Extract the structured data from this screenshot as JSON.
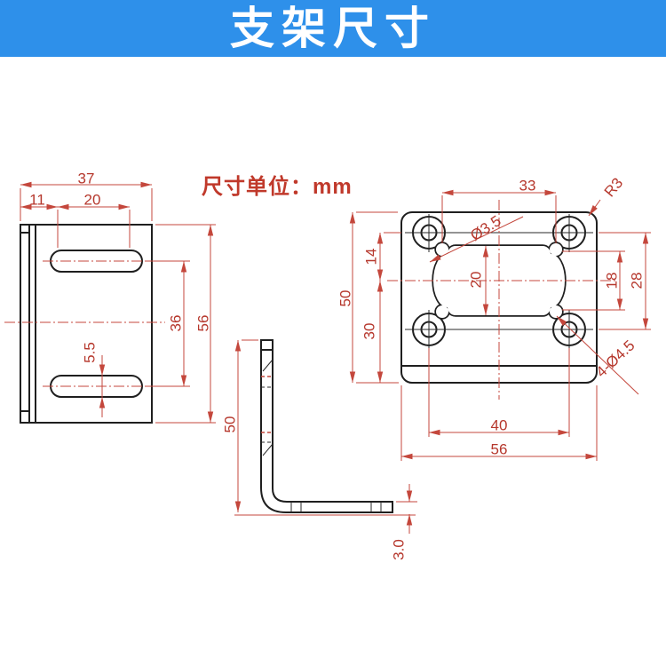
{
  "banner": {
    "title": "支架尺寸",
    "bg_color": "#2e90ea",
    "text_color": "#ffffff"
  },
  "unit_note": "尺寸单位：mm",
  "colors": {
    "outline": "#1f1f1f",
    "dimension": "#c4473c",
    "dim_text": "#b6382d"
  },
  "views": {
    "front": {
      "dims": {
        "total_width": "37",
        "edge_offset": "11",
        "slot_length": "20",
        "slot_width": "5.5",
        "slot_spacing": "36",
        "total_height": "56"
      }
    },
    "side": {
      "dims": {
        "leg_height": "50",
        "thickness": "3.0"
      }
    },
    "face": {
      "dims": {
        "small_hole_spacing_x": "33",
        "corner_radius": "R3",
        "small_hole_dia": "Ø3.5",
        "top_hole_to_center": "14",
        "cutout_height": "20",
        "total_height": "50",
        "center_to_bottom": "30",
        "small_hole_spacing_y": "18",
        "hole_row_spacing": "28",
        "corner_holes": "4-Ø4.5",
        "hole_spacing_x": "40",
        "total_width": "56"
      }
    }
  }
}
